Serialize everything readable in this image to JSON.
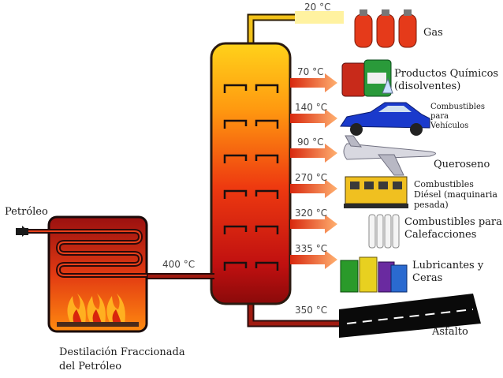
{
  "input_label": "Petróleo",
  "title_lines": [
    "Destilación Fraccionada",
    "del Petróleo"
  ],
  "furnace_temp": "400 °C",
  "fractions": [
    {
      "temp": "20 °C",
      "product_lines": [
        "Gas"
      ],
      "icon": "gas-cylinders-icon"
    },
    {
      "temp": "70 °C",
      "product_lines": [
        "Productos Químicos",
        "(disolventes)"
      ],
      "icon": "chemical-drums-icon"
    },
    {
      "temp": "140 °C",
      "product_lines": [
        "Combustibles",
        "para",
        "Vehículos"
      ],
      "icon": "car-icon"
    },
    {
      "temp": "90 °C",
      "product_lines": [
        "Queroseno"
      ],
      "icon": "airplane-icon"
    },
    {
      "temp": "270 °C",
      "product_lines": [
        "Combustibles",
        "Diésel (maquinaria",
        "pesada)"
      ],
      "icon": "train-icon"
    },
    {
      "temp": "320 °C",
      "product_lines": [
        "Combustibles para",
        "Calefacciones"
      ],
      "icon": "radiator-icon"
    },
    {
      "temp": "335 °C",
      "product_lines": [
        "Lubricantes y",
        "Ceras"
      ],
      "icon": "lubricant-bottles-icon"
    },
    {
      "temp": "350 °C",
      "product_lines": [
        "Asfalto"
      ],
      "icon": "road-icon"
    }
  ]
}
